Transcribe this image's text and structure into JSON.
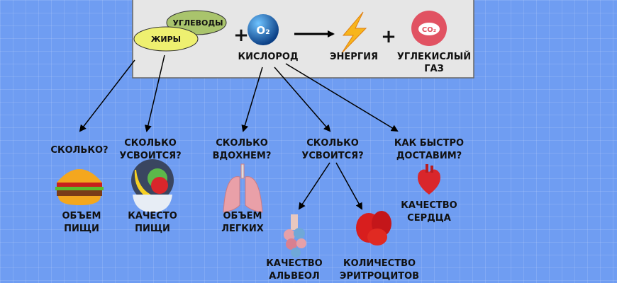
{
  "top": {
    "carbs": "УГЛЕВОДЫ",
    "fats": "ЖИРЫ",
    "plus": "+",
    "o2_symbol": "O₂",
    "oxygen": "КИСЛОРОД",
    "energy": "ЭНЕРГИЯ",
    "co2_symbol": "CO₂",
    "co2_line1": "УГЛЕКИСЛЫЙ",
    "co2_line2": "ГАЗ"
  },
  "questions": [
    {
      "lines": [
        "СКОЛЬКО?"
      ]
    },
    {
      "lines": [
        "СКОЛЬКО",
        "УСВОИТСЯ?"
      ]
    },
    {
      "lines": [
        "СКОЛЬКО",
        "ВДОХНЕМ?"
      ]
    },
    {
      "lines": [
        "СКОЛЬКО",
        "УСВОИТСЯ?"
      ]
    },
    {
      "lines": [
        "КАК БЫСТРО",
        "ДОСТАВИМ?"
      ]
    }
  ],
  "factors": [
    {
      "icon": "burger-icon",
      "lines": [
        "ОБЪЕМ",
        "ПИЩИ"
      ]
    },
    {
      "icon": "food-bowl-icon",
      "lines": [
        "КАЧЕСТО",
        "ПИЩИ"
      ]
    },
    {
      "icon": "lungs-icon",
      "lines": [
        "ОБЪЕМ",
        "ЛЕГКИХ"
      ]
    },
    {
      "icon": "heart-icon",
      "lines": [
        "КАЧЕСТВО",
        "СЕРДЦА"
      ]
    },
    {
      "icon": "alveoli-icon",
      "lines": [
        "КАЧЕСТВО",
        "АЛЬВЕОЛ"
      ]
    },
    {
      "icon": "red-blood-cells-icon",
      "lines": [
        "КОЛИЧЕСТВО",
        "ЭРИТРОЦИТОВ"
      ]
    }
  ],
  "colors": {
    "background": "#6f9df2",
    "box": "#e6e6e6",
    "carbs": "#a9c46c",
    "fats": "#eef070",
    "co2": "#e15262",
    "o2": "#1f66b8"
  }
}
